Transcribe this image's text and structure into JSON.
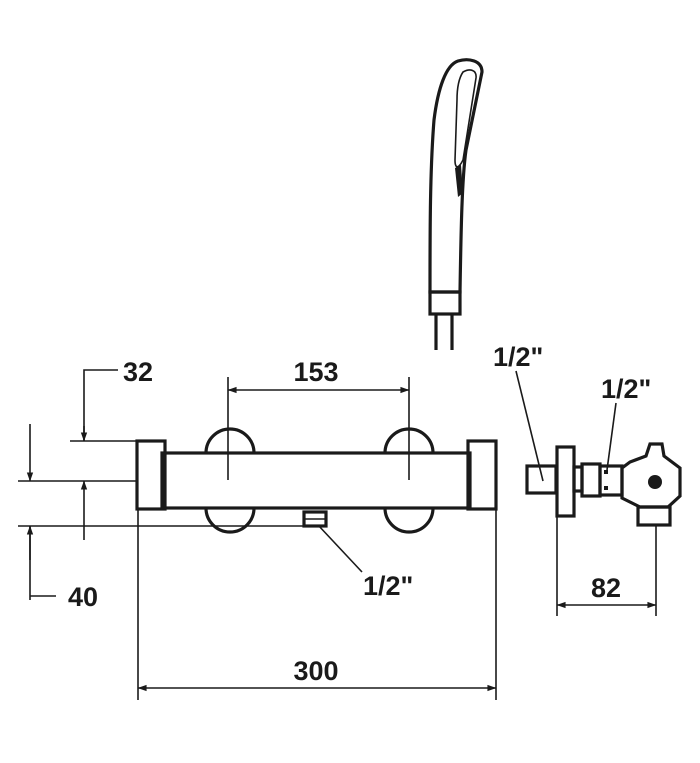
{
  "labels": {
    "dim_32": "32",
    "dim_153": "153",
    "dim_40": "40",
    "dim_300": "300",
    "dim_82": "82",
    "thread_bottom_outlet": "1/2\"",
    "thread_side_wall": "1/2\"",
    "thread_side_outlet": "1/2\""
  },
  "colors": {
    "line": "#1a1a1a",
    "background": "#ffffff"
  }
}
